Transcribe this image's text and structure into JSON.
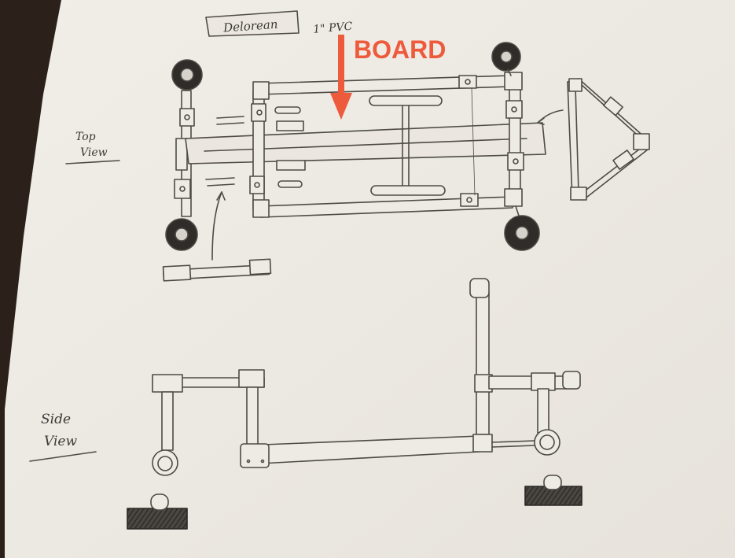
{
  "sketch": {
    "title_box_label": "Delorean",
    "material_note": "1\" PVC",
    "top_view_label_line1": "Top",
    "top_view_label_line2": "View",
    "side_view_label_line1": "Side",
    "side_view_label_line2": "View"
  },
  "annotation": {
    "label": "BOARD",
    "color": "#ee5a3c"
  },
  "colors": {
    "paper": "#eeebe5",
    "pencil": "#4e4a44",
    "desk": "#2b211a",
    "shade": "#3a3632"
  }
}
